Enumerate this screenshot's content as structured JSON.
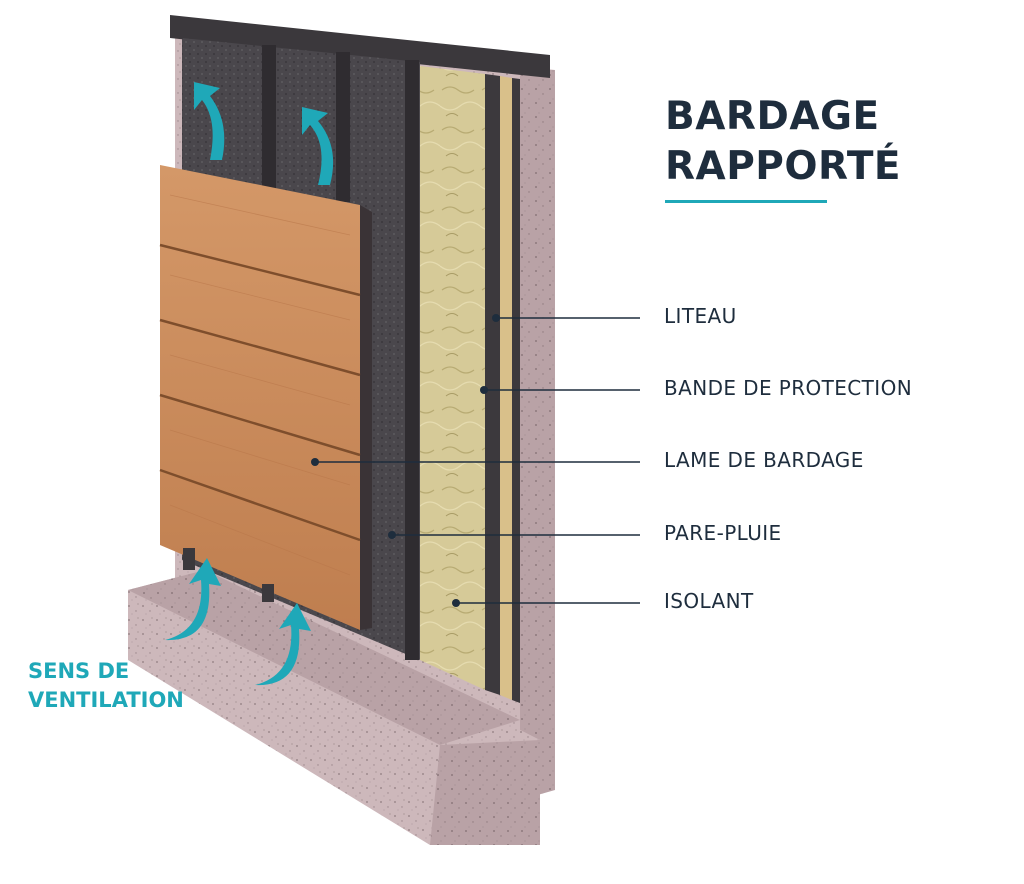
{
  "title": {
    "line1": "BARDAGE",
    "line2": "RAPPORTÉ"
  },
  "labels": {
    "liteau": "LITEAU",
    "bande": "BANDE DE PROTECTION",
    "lame": "LAME DE BARDAGE",
    "pare_pluie": "PARE-PLUIE",
    "isolant": "ISOLANT"
  },
  "ventilation": {
    "line1": "SENS DE",
    "line2": "VENTILATION"
  },
  "colors": {
    "title": "#1e2d3d",
    "accent": "#1fa8b8",
    "leader": "#1e2d3d",
    "concrete": "#c9b5b8",
    "concrete_dark": "#a89296",
    "membrane": "#48454a",
    "wood": "#c98a5a",
    "insulation": "#d8cd9a",
    "batten": "#d9c08a"
  }
}
